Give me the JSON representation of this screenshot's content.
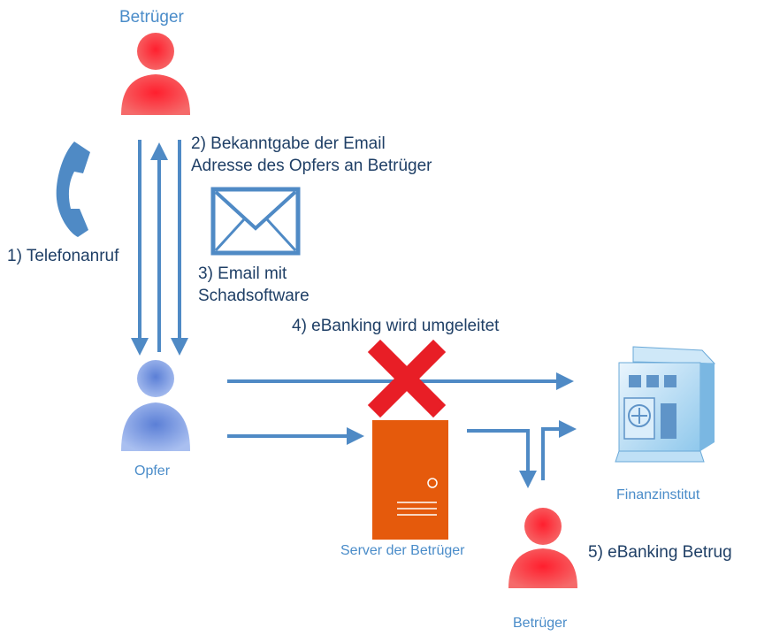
{
  "actors": {
    "fraudster_top": "Betrüger",
    "victim": "Opfer",
    "fraudster_bottom": "Betrüger",
    "bank": "Finanzinstitut",
    "server": "Server der Betrüger"
  },
  "steps": {
    "s1": "1) Telefonanruf",
    "s2_line1": "2) Bekanntgabe der Email",
    "s2_line2": "Adresse des Opfers an Betrüger",
    "s3_line1": "3) Email mit",
    "s3_line2": "Schadsoftware",
    "s4": "4) eBanking wird umgeleitet",
    "s5": "5) eBanking Betrug"
  },
  "icons": {
    "phone": "phone-icon",
    "email": "envelope-icon",
    "blocked": "red-x-icon",
    "server": "server-icon",
    "bank": "bank-building-icon",
    "person": "person-icon"
  },
  "colors": {
    "arrow": "#4f8ac5",
    "fraudster": "#f03a3a",
    "victim": "#7b96d8",
    "server": "#e55a0c",
    "cross": "#e81e26",
    "label_dark": "#1f3f66",
    "label_light": "#4a8cc9"
  }
}
